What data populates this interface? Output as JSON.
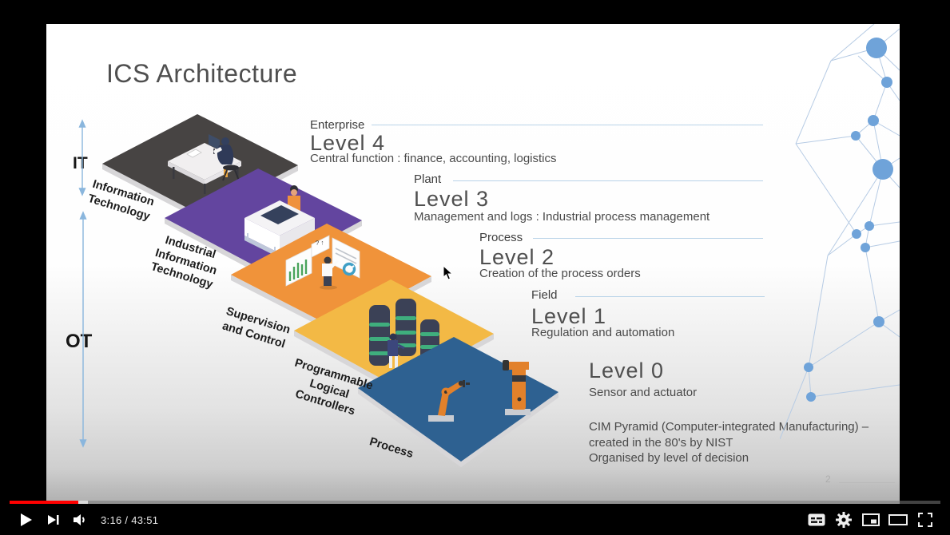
{
  "slide": {
    "title": "ICS Architecture",
    "it_label": "IT",
    "ot_label": "OT",
    "layer_labels": [
      "Information Technology",
      "Industrial Information Technology",
      "Supervision and Control",
      "Programmable Logical Controllers",
      "Process"
    ],
    "levels": [
      {
        "category": "Enterprise",
        "level": "Level 4",
        "desc": "Central function : finance, accounting, logistics"
      },
      {
        "category": "Plant",
        "level": "Level 3",
        "desc": "Management and logs : Industrial process management"
      },
      {
        "category": "Process",
        "level": "Level 2",
        "desc": "Creation of the process orders"
      },
      {
        "category": "Field",
        "level": "Level 1",
        "desc": "Regulation and automation"
      },
      {
        "category": "",
        "level": "Level 0",
        "desc": "Sensor and actuator"
      }
    ],
    "note_lines": [
      "CIM Pyramid (Computer-integrated Manufacturing) –",
      "created in the 80's by NIST",
      "Organised by level of decision"
    ],
    "page_number": "2"
  },
  "player": {
    "time": "3:16 / 43:51",
    "progress_percent": 7.4,
    "icons": [
      "play",
      "next",
      "volume",
      "subtitles",
      "settings",
      "miniplayer",
      "theater",
      "fullscreen"
    ]
  },
  "colors": {
    "accent_red": "#ff0000",
    "layer_gray": "#474443",
    "layer_purple": "#63459f",
    "layer_orange": "#f0933a",
    "layer_yellow": "#f3b945",
    "layer_blue": "#2e6191",
    "layer_rim": "#d7d6d8",
    "line_blue": "#b9d3e8",
    "node_blue": "#6fa3d9",
    "edge_blue": "#b6cbe4"
  }
}
